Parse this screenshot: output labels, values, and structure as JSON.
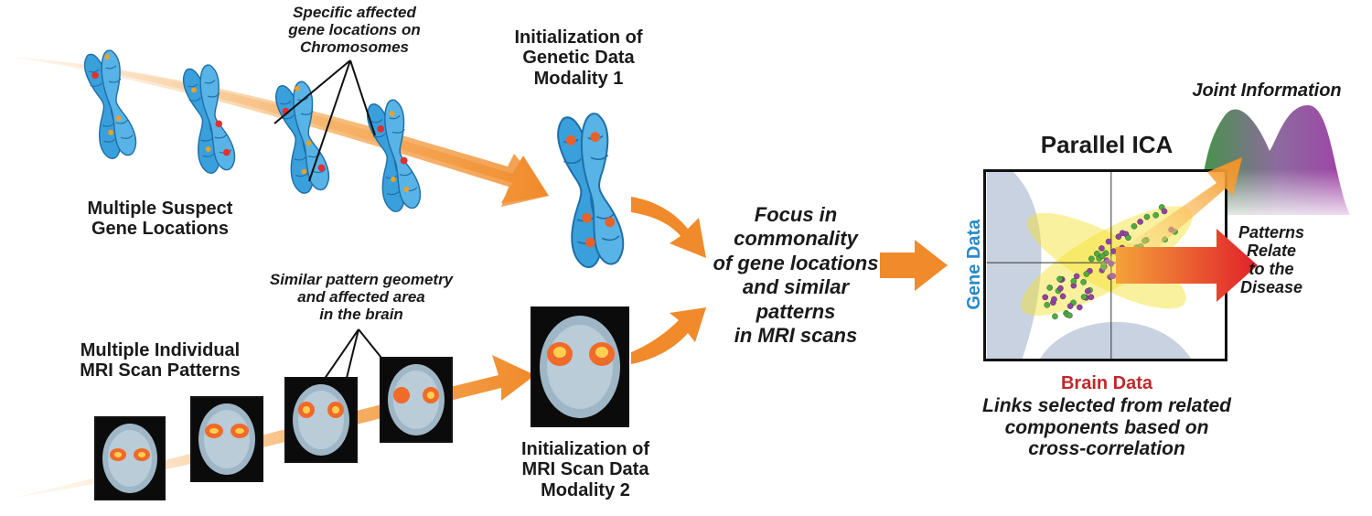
{
  "labels": {
    "specific_affected": [
      "Specific affected",
      "gene locations on",
      "Chromosomes"
    ],
    "init_genetic": [
      "Initialization of",
      "Genetic Data",
      "Modality 1"
    ],
    "multiple_suspect": [
      "Multiple Suspect",
      "Gene Locations"
    ],
    "similar_pattern": [
      "Similar pattern geometry",
      "and affected area",
      "in the brain"
    ],
    "multiple_mri": [
      "Multiple Individual",
      "MRI Scan Patterns"
    ],
    "init_mri": [
      "Initialization of",
      "MRI Scan Data",
      "Modality 2"
    ],
    "focus": [
      "Focus in",
      "commonality",
      "of gene locations",
      "and similar patterns",
      "in MRI scans"
    ],
    "parallel_ica": "Parallel ICA",
    "joint_information": "Joint Information",
    "patterns_relate": [
      "Patterns",
      "Relate",
      "to the",
      "Disease"
    ],
    "gene_data": "Gene Data",
    "brain_data": "Brain Data",
    "links_selected": [
      "Links selected from related",
      "components based on",
      "cross-correlation"
    ]
  },
  "colors": {
    "chromosome": "#3aa0dc",
    "arrow": "#f08a2a",
    "gene_axis": "#2a8ac8",
    "brain_axis": "#c0282a",
    "green_points": "#4caf3c",
    "purple_points": "#9540a8",
    "highlight": "#f5e12a",
    "grey_region": "#c9d2e0"
  },
  "icons": [
    "chromosome-icon",
    "mri-brain-scan-icon",
    "flow-arrow-icon",
    "distribution-curve-icon"
  ]
}
